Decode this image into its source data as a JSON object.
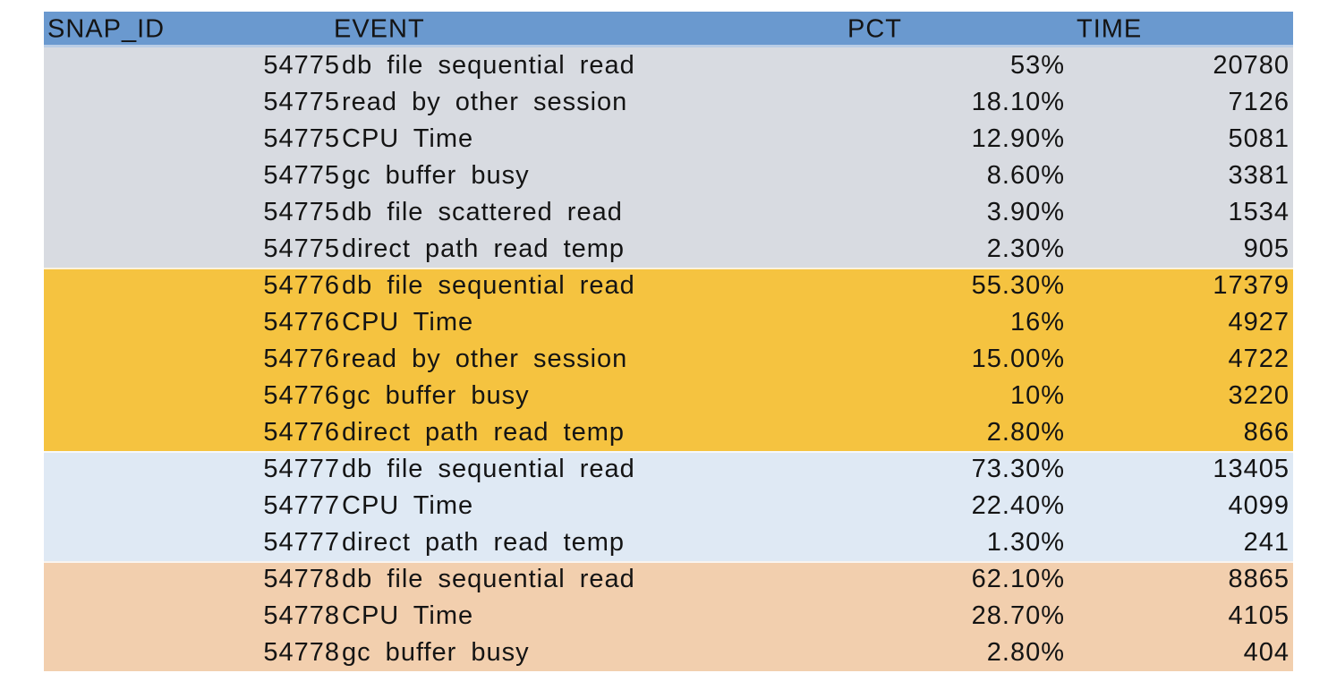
{
  "table": {
    "header": {
      "snap_id": "SNAP_ID",
      "event": "EVENT",
      "pct": "PCT",
      "time": "TIME"
    },
    "groups": [
      {
        "snap_id": "54775",
        "color": "#d8dbe1",
        "rows": [
          {
            "snap": "54775",
            "event": "db file sequential read",
            "pct": "53%",
            "time": "20780"
          },
          {
            "snap": "54775",
            "event": "read by other session",
            "pct": "18.10%",
            "time": "7126"
          },
          {
            "snap": "54775",
            "event": "CPU Time",
            "pct": "12.90%",
            "time": "5081"
          },
          {
            "snap": "54775",
            "event": "gc buffer busy",
            "pct": "8.60%",
            "time": "3381"
          },
          {
            "snap": "54775",
            "event": "db file scattered read",
            "pct": "3.90%",
            "time": "1534"
          },
          {
            "snap": "54775",
            "event": "direct path read temp",
            "pct": "2.30%",
            "time": "905"
          }
        ]
      },
      {
        "snap_id": "54776",
        "color": "#f5c340",
        "rows": [
          {
            "snap": "54776",
            "event": "db file sequential read",
            "pct": "55.30%",
            "time": "17379"
          },
          {
            "snap": "54776",
            "event": "CPU Time",
            "pct": "16%",
            "time": "4927"
          },
          {
            "snap": "54776",
            "event": "read by other session",
            "pct": "15.00%",
            "time": "4722"
          },
          {
            "snap": "54776",
            "event": "gc buffer busy",
            "pct": "10%",
            "time": "3220"
          },
          {
            "snap": "54776",
            "event": "direct path read temp",
            "pct": "2.80%",
            "time": "866"
          }
        ]
      },
      {
        "snap_id": "54777",
        "color": "#dfe9f4",
        "rows": [
          {
            "snap": "54777",
            "event": "db file sequential read",
            "pct": "73.30%",
            "time": "13405"
          },
          {
            "snap": "54777",
            "event": "CPU Time",
            "pct": "22.40%",
            "time": "4099"
          },
          {
            "snap": "54777",
            "event": "direct path read temp",
            "pct": "1.30%",
            "time": "241"
          }
        ]
      },
      {
        "snap_id": "54778",
        "color": "#f2cfae",
        "rows": [
          {
            "snap": "54778",
            "event": "db file sequential read",
            "pct": "62.10%",
            "time": "8865"
          },
          {
            "snap": "54778",
            "event": "CPU Time",
            "pct": "28.70%",
            "time": "4105"
          },
          {
            "snap": "54778",
            "event": "gc buffer busy",
            "pct": "2.80%",
            "time": "404"
          }
        ]
      }
    ]
  },
  "colors": {
    "header_bg": "#6a99cf",
    "header_divider": "#b9cde6",
    "group_54775_bg": "#d8dbe1",
    "group_54776_bg": "#f5c340",
    "group_54777_bg": "#dfe9f4",
    "group_54778_bg": "#f2cfae",
    "text": "#141414",
    "page_bg": "#ffffff"
  },
  "chart_data": {
    "type": "table",
    "columns": [
      "SNAP_ID",
      "EVENT",
      "PCT",
      "TIME"
    ],
    "rows": [
      [
        54775,
        "db file sequential read",
        "53%",
        20780
      ],
      [
        54775,
        "read by other session",
        "18.10%",
        7126
      ],
      [
        54775,
        "CPU Time",
        "12.90%",
        5081
      ],
      [
        54775,
        "gc buffer busy",
        "8.60%",
        3381
      ],
      [
        54775,
        "db file scattered read",
        "3.90%",
        1534
      ],
      [
        54775,
        "direct path read temp",
        "2.30%",
        905
      ],
      [
        54776,
        "db file sequential read",
        "55.30%",
        17379
      ],
      [
        54776,
        "CPU Time",
        "16%",
        4927
      ],
      [
        54776,
        "read by other session",
        "15.00%",
        4722
      ],
      [
        54776,
        "gc buffer busy",
        "10%",
        3220
      ],
      [
        54776,
        "direct path read temp",
        "2.80%",
        866
      ],
      [
        54777,
        "db file sequential read",
        "73.30%",
        13405
      ],
      [
        54777,
        "CPU Time",
        "22.40%",
        4099
      ],
      [
        54777,
        "direct path read temp",
        "1.30%",
        241
      ],
      [
        54778,
        "db file sequential read",
        "62.10%",
        8865
      ],
      [
        54778,
        "CPU Time",
        "28.70%",
        4105
      ],
      [
        54778,
        "gc buffer busy",
        "2.80%",
        404
      ]
    ]
  }
}
